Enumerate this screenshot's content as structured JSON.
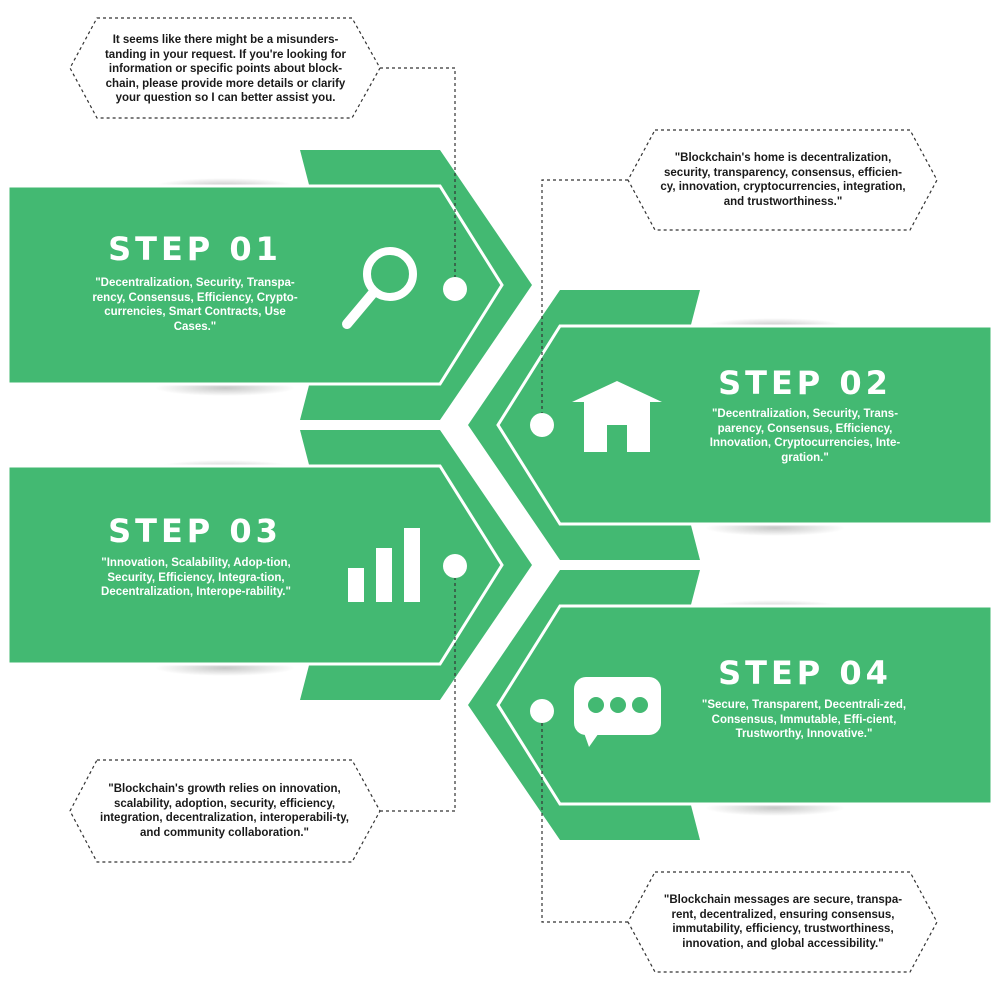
{
  "colors": {
    "accent": "#43b972",
    "accent_dark": "#3aa865",
    "outline": "#333333",
    "text_dark": "#1a1a1a"
  },
  "steps": [
    {
      "title": "STEP 01",
      "icon": "magnifier-icon",
      "description": "\"Decentralization, Security, Transpa-rency, Consensus, Efficiency, Crypto-currencies, Smart Contracts, Use Cases.\""
    },
    {
      "title": "STEP 02",
      "icon": "home-icon",
      "description": "\"Decentralization, Security, Trans-parency, Consensus, Efficiency, Innovation, Cryptocurrencies, Inte-gration.\""
    },
    {
      "title": "STEP 03",
      "icon": "bar-chart-icon",
      "description": "\"Innovation, Scalability, Adop-tion, Security, Efficiency, Integra-tion, Decentralization, Interope-rability.\""
    },
    {
      "title": "STEP 04",
      "icon": "chat-bubble-icon",
      "description": "\"Secure, Transparent, Decentrali-zed, Consensus, Immutable, Effi-cient, Trustworthy, Innovative.\""
    }
  ],
  "notes": [
    {
      "text": "It seems like there might be a misunders-tanding in your request. If you're looking for information or specific points about block-chain, please provide more details or clarify your question so I can better assist you."
    },
    {
      "text": "\"Blockchain's home is decentralization, security, transparency, consensus, efficien-cy, innovation, cryptocurrencies, integration, and trustworthiness.\""
    },
    {
      "text": "\"Blockchain's growth relies on innovation, scalability, adoption, security, efficiency, integration, decentralization, interoperabili-ty, and community collaboration.\""
    },
    {
      "text": "\"Blockchain messages are secure, transpa-rent, decentralized, ensuring consensus, immutability, efficiency, trustworthiness, innovation, and global accessibility.\""
    }
  ]
}
